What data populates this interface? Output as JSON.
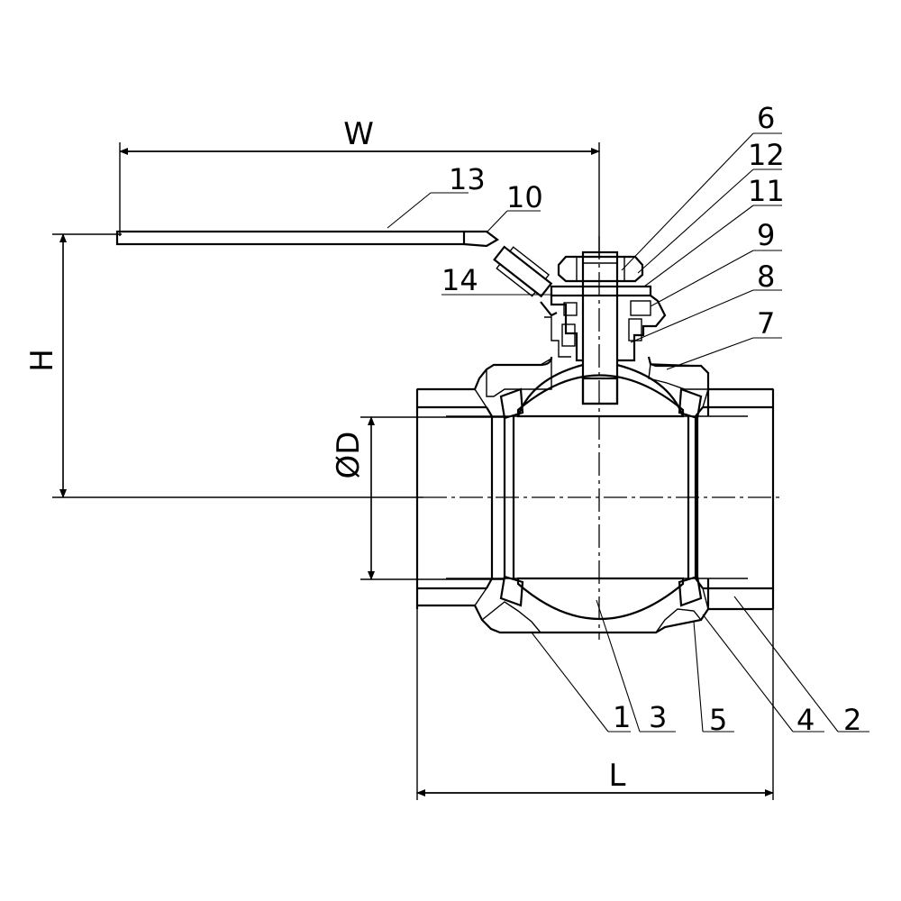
{
  "dimensions": {
    "width": "W",
    "height": "H",
    "diameter": "ØD",
    "length": "L"
  },
  "parts": [
    {
      "number": "1"
    },
    {
      "number": "2"
    },
    {
      "number": "3"
    },
    {
      "number": "4"
    },
    {
      "number": "5"
    },
    {
      "number": "6"
    },
    {
      "number": "7"
    },
    {
      "number": "8"
    },
    {
      "number": "9"
    },
    {
      "number": "10"
    },
    {
      "number": "11"
    },
    {
      "number": "12"
    },
    {
      "number": "13"
    },
    {
      "number": "14"
    }
  ]
}
